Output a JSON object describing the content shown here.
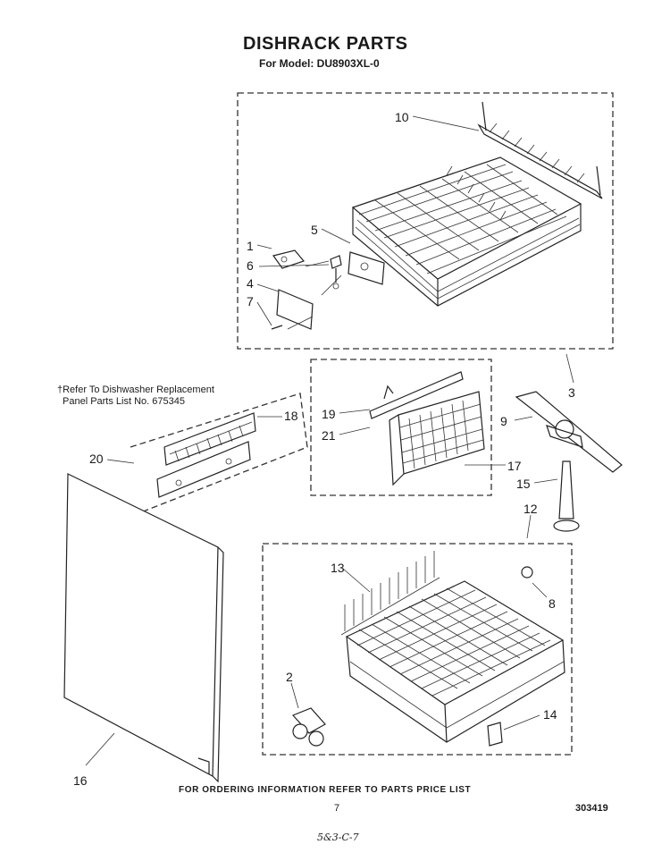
{
  "header": {
    "title": "DISHRACK PARTS",
    "model": "For Model: DU8903XL-0"
  },
  "refer_note": {
    "line1": "†Refer To Dishwasher Replacement",
    "line2": "Panel Parts List No. 675345"
  },
  "callouts": {
    "c1": "1",
    "c2": "2",
    "c3": "3",
    "c4": "4",
    "c5": "5",
    "c6": "6",
    "c7": "7",
    "c8": "8",
    "c9": "9",
    "c10": "10",
    "c12": "12",
    "c13": "13",
    "c14": "14",
    "c15": "15",
    "c16": "16",
    "c17": "17",
    "c18": "18",
    "c19": "19",
    "c20": "20",
    "c21": "21"
  },
  "footer": {
    "ordering_note": "FOR ORDERING INFORMATION REFER TO PARTS PRICE LIST",
    "page_number": "7",
    "diagram_number": "303419",
    "handwritten_code": "5&3-C-7"
  }
}
